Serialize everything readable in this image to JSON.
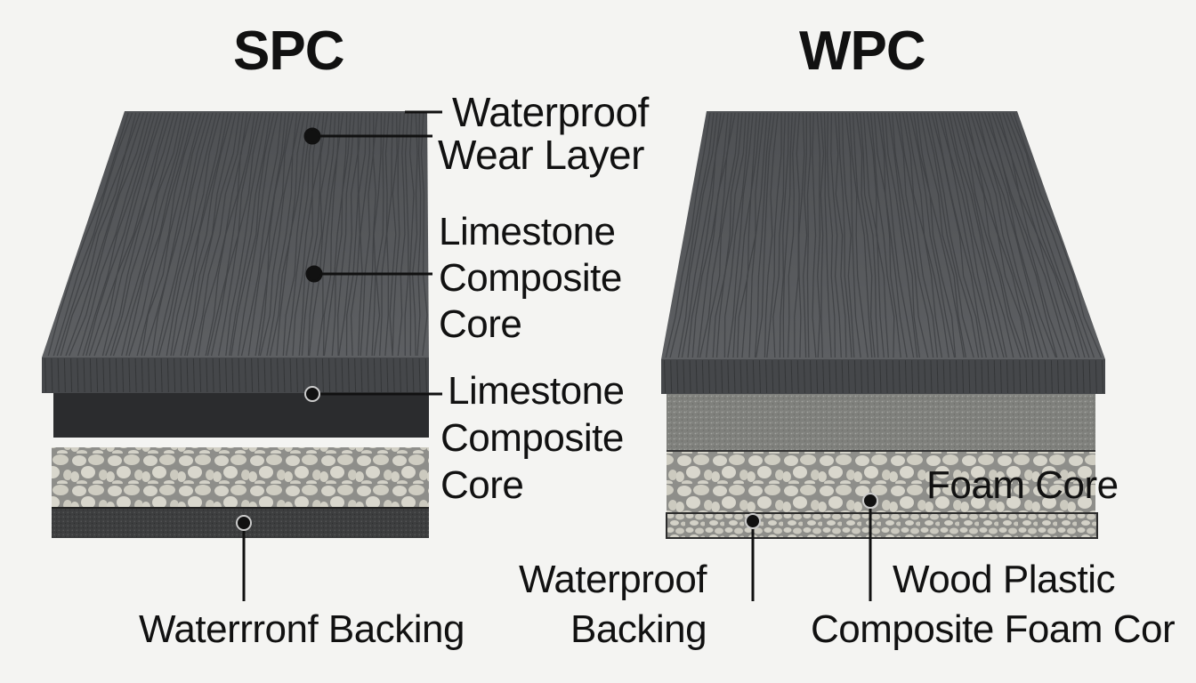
{
  "spc": {
    "title": "SPC",
    "wear_layer": [
      "Waterproof",
      "Wear Layer"
    ],
    "core_label_1": [
      "Limestone",
      "Composite",
      "Core"
    ],
    "core_label_2": [
      "Limestone",
      "Composite",
      "Core"
    ],
    "backing_label": "Waterrronf Backing"
  },
  "wpc": {
    "title": "WPC",
    "foam_core": "Foam Core",
    "backing_label": [
      "Waterproof",
      "Backing"
    ],
    "composite_label": [
      "Wood Plastic",
      "Composite Foam Cor"
    ]
  },
  "colors": {
    "background": "#f4f4f2",
    "plank_top": "#55575a",
    "plank_edge": "#3a3b3d",
    "core_dark": "#2b2c2e",
    "pebble_fill": "#d4d2c8",
    "pebble_bg": "#8a8a86",
    "speckle": "#7f807c",
    "text": "#111111"
  },
  "icons": [
    "leader-dot",
    "leader-line"
  ]
}
